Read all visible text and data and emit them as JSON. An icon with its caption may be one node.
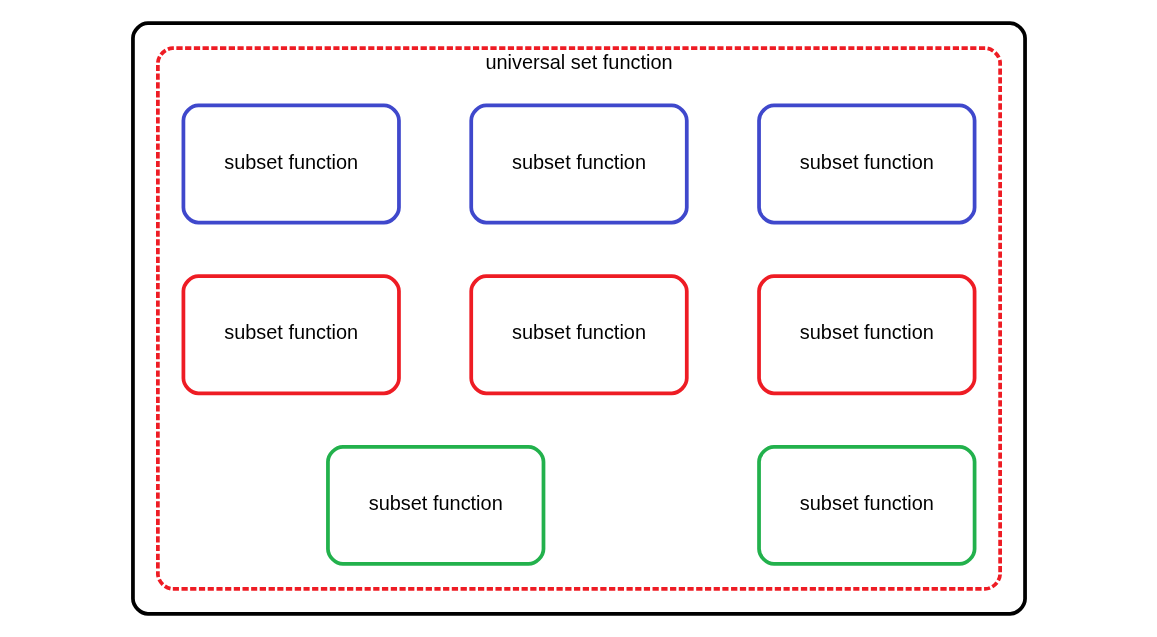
{
  "diagram": {
    "nodes": [
      {
        "text": [],
        "shape": "box"
      },
      {
        "text": [
          "universal set function"
        ],
        "in": 0
      },
      {
        "text": [
          "subset function"
        ],
        "in": 1
      },
      {
        "text": [
          "subset function"
        ],
        "in": 1
      },
      {
        "text": [
          "subset function"
        ],
        "in": 1
      },
      {
        "text": [
          "subset function"
        ],
        "in": 1
      },
      {
        "text": [
          "subset function"
        ],
        "in": 1
      },
      {
        "text": [
          "subset function"
        ],
        "in": 1
      },
      {
        "text": [
          "subset function"
        ],
        "in": 1
      },
      {
        "text": [
          "subset function"
        ],
        "in": 1
      }
    ]
  }
}
